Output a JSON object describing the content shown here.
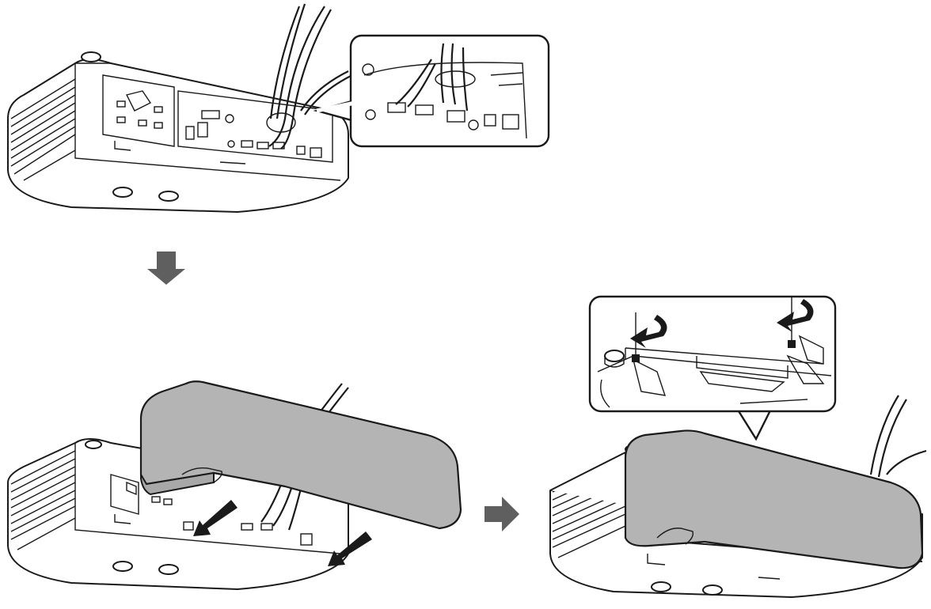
{
  "figure": {
    "steps": [
      {
        "id": "step-1",
        "description_visible": ""
      },
      {
        "id": "step-2",
        "description_visible": ""
      },
      {
        "id": "step-3",
        "description_visible": ""
      }
    ]
  },
  "colors": {
    "cover_fill": "#b4b4b4",
    "arrow_fill": "#5f5f5f",
    "line": "#1a1a1a",
    "background": "#ffffff"
  },
  "icons": {
    "down_arrow": "down-arrow-icon",
    "right_arrow": "right-arrow-icon",
    "screw_rotation": "rotate-arrow-icon"
  }
}
